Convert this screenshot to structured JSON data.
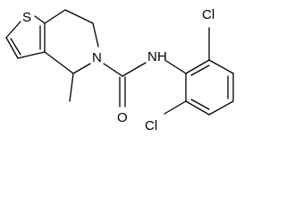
{
  "molecule": {
    "atoms": {
      "sulfur": "S",
      "ring_nitrogen": "N",
      "amide_nitrogen": "N",
      "amide_hydrogen": "H",
      "carbonyl_oxygen": "O",
      "chlorine_top": "Cl",
      "chlorine_bottom": "Cl"
    }
  }
}
